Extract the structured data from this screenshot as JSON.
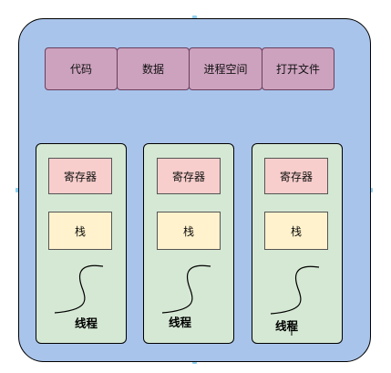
{
  "shared_resources": [
    "代码",
    "数据",
    "进程空间",
    "打开文件"
  ],
  "threads": [
    {
      "register_label": "寄存器",
      "stack_label": "栈",
      "thread_label": "线程"
    },
    {
      "register_label": "寄存器",
      "stack_label": "栈",
      "thread_label": "线程"
    },
    {
      "register_label": "寄存器",
      "stack_label": "栈",
      "thread_label": "线程"
    }
  ],
  "colors": {
    "process_fill": "#a9c4eb",
    "shared_fill": "#cda2be",
    "thread_fill": "#d5e8d4",
    "register_fill": "#f8cecc",
    "stack_fill": "#fff2cc"
  }
}
